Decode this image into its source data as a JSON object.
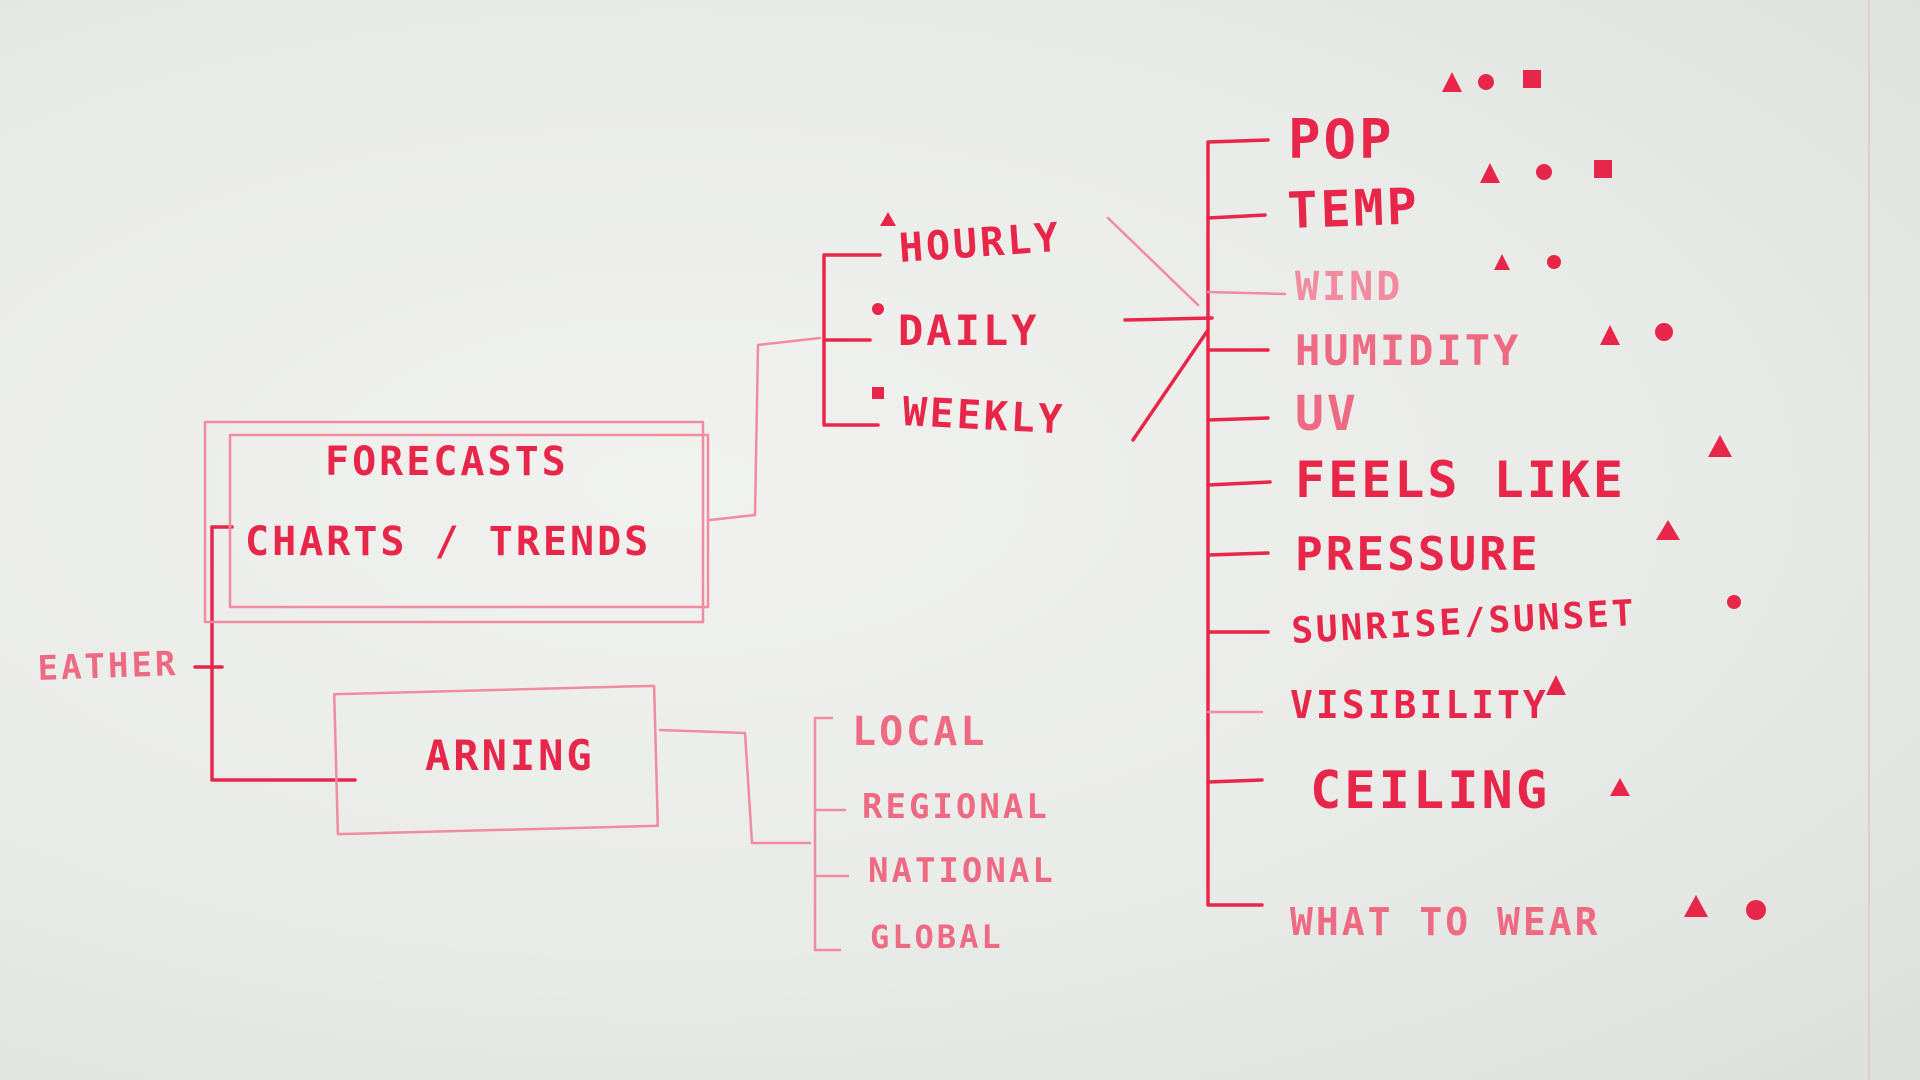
{
  "root": {
    "label": "EATHER"
  },
  "branches": {
    "forecasts": {
      "line1": "FORECASTS",
      "line2": "CHARTS / TRENDS"
    },
    "warning": {
      "label": "ARNING"
    }
  },
  "forecast_periods": [
    {
      "label": "HOURLY",
      "marker": "triangle"
    },
    {
      "label": "DAILY",
      "marker": "circle"
    },
    {
      "label": "WEEKLY",
      "marker": "square"
    }
  ],
  "warning_scopes": [
    {
      "label": "LOCAL"
    },
    {
      "label": "REGIONAL"
    },
    {
      "label": "NATIONAL"
    },
    {
      "label": "GLOBAL"
    }
  ],
  "metrics": [
    {
      "label": "POP",
      "markers": [
        "triangle",
        "circle",
        "square"
      ]
    },
    {
      "label": "TEMP",
      "markers": [
        "triangle",
        "circle",
        "square"
      ]
    },
    {
      "label": "WIND",
      "markers": [
        "triangle",
        "circle"
      ]
    },
    {
      "label": "HUMIDITY",
      "markers": [
        "triangle",
        "circle"
      ]
    },
    {
      "label": "UV",
      "markers": []
    },
    {
      "label": "FEELS LIKE",
      "markers": [
        "triangle"
      ]
    },
    {
      "label": "PRESSURE",
      "markers": [
        "triangle"
      ]
    },
    {
      "label": "SUNRISE/SUNSET",
      "markers": [
        "circle"
      ]
    },
    {
      "label": "VISIBILITY",
      "markers": [
        "triangle"
      ]
    },
    {
      "label": "CEILING",
      "markers": [
        "triangle"
      ]
    },
    {
      "label": "WHAT TO WEAR",
      "markers": [
        "triangle",
        "circle"
      ]
    }
  ],
  "colors": {
    "marker_ink": "#e8264a",
    "board": "#eceeeb"
  }
}
